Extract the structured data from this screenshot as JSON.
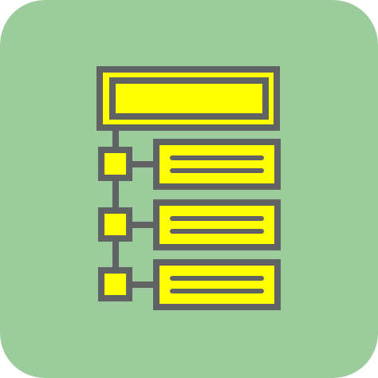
{
  "icon": {
    "name": "hierarchy-list-icon",
    "colors": {
      "background": "#9ccc9c",
      "fill": "#ffff00",
      "stroke": "#5f6363"
    },
    "rows": [
      {
        "name": "list-row-1"
      },
      {
        "name": "list-row-2"
      },
      {
        "name": "list-row-3"
      }
    ]
  }
}
